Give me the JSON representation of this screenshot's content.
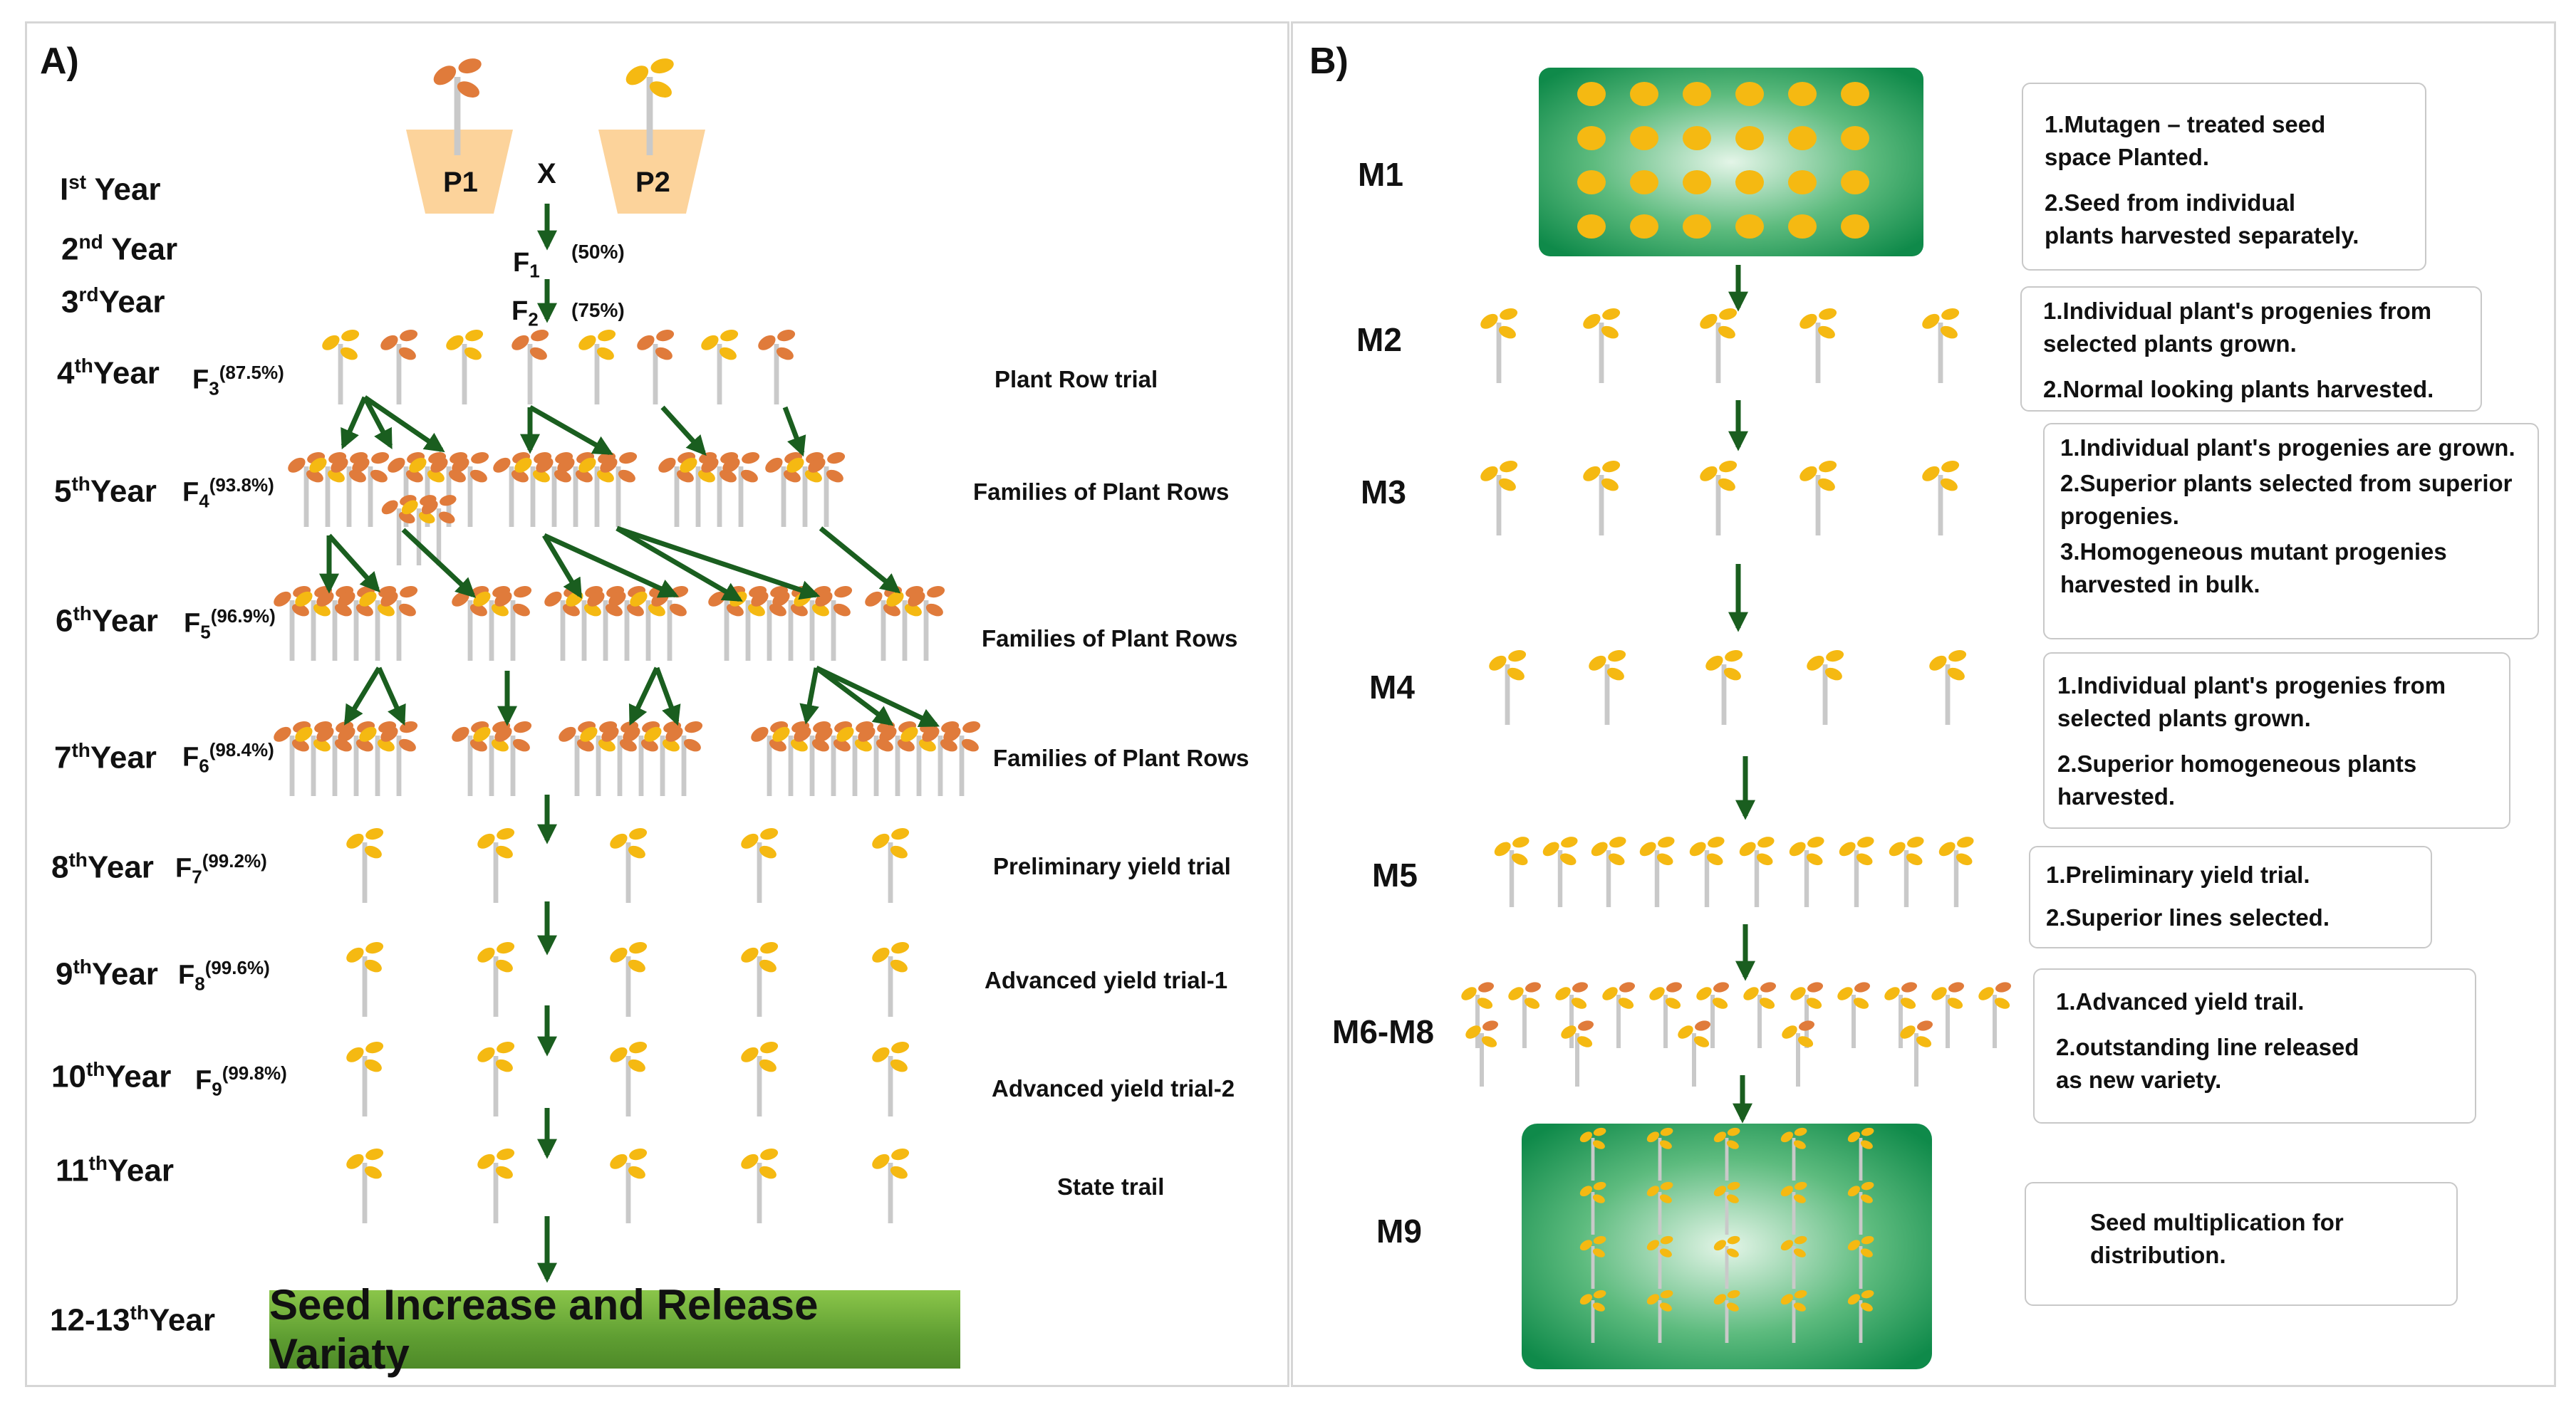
{
  "panel_a": {
    "label": "A)",
    "parents": {
      "p1": "P1",
      "p2": "P2",
      "cross": "X"
    },
    "years": [
      {
        "base": "I",
        "sup": "st",
        "tail": " Year"
      },
      {
        "base": "2",
        "sup": "nd",
        "tail": " Year"
      },
      {
        "base": "3",
        "sup": "rd",
        "tail": "Year"
      },
      {
        "base": "4",
        "sup": "th",
        "tail": "Year"
      },
      {
        "base": "5",
        "sup": "th",
        "tail": "Year"
      },
      {
        "base": "6",
        "sup": "th",
        "tail": "Year"
      },
      {
        "base": "7",
        "sup": "th",
        "tail": "Year"
      },
      {
        "base": "8",
        "sup": "th",
        "tail": "Year"
      },
      {
        "base": "9",
        "sup": "th",
        "tail": "Year"
      },
      {
        "base": "10",
        "sup": "th",
        "tail": "Year"
      },
      {
        "base": "11",
        "sup": "th",
        "tail": "Year"
      },
      {
        "base": "12-13",
        "sup": "th",
        "tail": "Year"
      }
    ],
    "generations": [
      {
        "f": "F",
        "sub": "1",
        "pct": "(50%)"
      },
      {
        "f": "F",
        "sub": "2",
        "pct": "(75%)"
      },
      {
        "f": "F",
        "sub": "3",
        "pct": "(87.5%)"
      },
      {
        "f": "F",
        "sub": "4",
        "pct": "(93.8%)"
      },
      {
        "f": "F",
        "sub": "5",
        "pct": "(96.9%)"
      },
      {
        "f": "F",
        "sub": "6",
        "pct": "(98.4%)"
      },
      {
        "f": "F",
        "sub": "7",
        "pct": "(99.2%)"
      },
      {
        "f": "F",
        "sub": "8",
        "pct": "(99.6%)"
      },
      {
        "f": "F",
        "sub": "9",
        "pct": "(99.8%)"
      }
    ],
    "stages": [
      "Plant Row trial",
      "Families of Plant Rows",
      "Families of Plant Rows",
      "Families of Plant Rows",
      "Preliminary yield trial",
      "Advanced yield trial-1",
      "Advanced yield trial-2",
      "State trail"
    ],
    "banner": "Seed Increase and Release Variaty"
  },
  "panel_b": {
    "label": "B)",
    "generations": [
      "M1",
      "M2",
      "M3",
      "M4",
      "M5",
      "M6-M8",
      "M9"
    ],
    "notes": [
      [
        "1.Mutagen – treated seed\nspace Planted.",
        "2.Seed from individual\nplants harvested separately."
      ],
      [
        "1.Individual plant's progenies from\nselected plants grown.",
        "2.Normal looking plants harvested."
      ],
      [
        "1.Individual plant's progenies are grown.",
        "2.Superior plants selected from superior\nprogenies.",
        "3.Homogeneous mutant progenies\nharvested in bulk."
      ],
      [
        "1.Individual plant's progenies from\nselected plants grown.",
        "2.Superior homogeneous plants\nharvested."
      ],
      [
        "1.Preliminary yield trial.",
        "2.Superior lines selected."
      ],
      [
        "1.Advanced yield trail.",
        "2.outstanding line released\nas new variety."
      ],
      [
        "Seed multiplication  for\ndistribution."
      ]
    ]
  },
  "colors": {
    "orange_leaf": "#e07b3b",
    "yellow_leaf": "#f5b912",
    "stem": "#c9c9c9",
    "arrow": "#1a5e1f",
    "pot": "#fcd39b",
    "tray_dark": "#0f8a4a",
    "tray_light": "#dff2e3",
    "banner": "#6aaa3a"
  }
}
